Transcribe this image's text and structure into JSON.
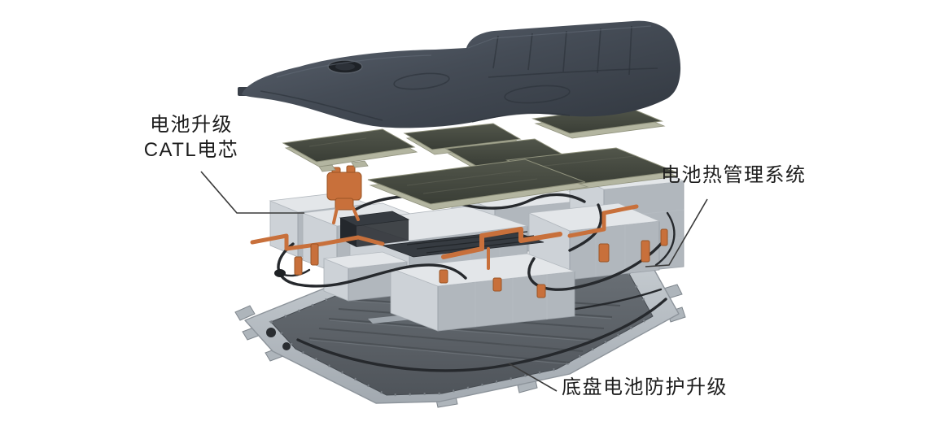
{
  "labels": {
    "battery_upgrade": {
      "line1": "电池升级",
      "line2": "CATL电芯"
    },
    "thermal_management": "电池热管理系统",
    "chassis_protection": "底盘电池防护升级"
  },
  "colors": {
    "background": "#ffffff",
    "label_text": "#1d1d1d",
    "leader_line": "#3a3a3a",
    "cover_dark": "#3e444e",
    "cooling_plate_top": "#474b42",
    "cooling_plate_edge": "#b3b5a0",
    "module_silver": "#d6dade",
    "harness_orange": "#c8703b",
    "tube_black": "#26292d",
    "tray_gray": "#b6bcc2",
    "tray_floor": "#5d6268"
  }
}
